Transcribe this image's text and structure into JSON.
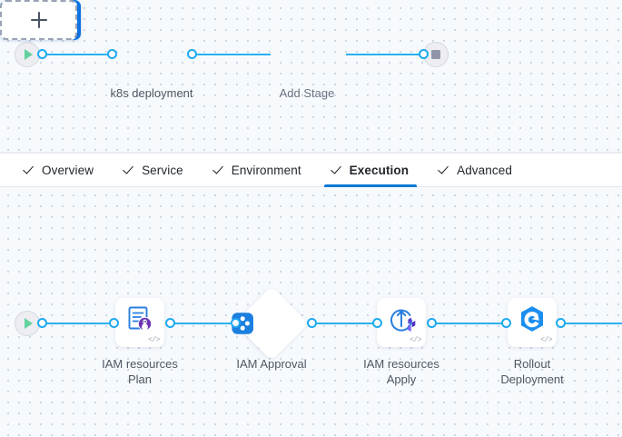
{
  "tabs": [
    {
      "label": "Overview",
      "checked": true,
      "active": false,
      "name": "tab-overview"
    },
    {
      "label": "Service",
      "checked": true,
      "active": false,
      "name": "tab-service"
    },
    {
      "label": "Environment",
      "checked": true,
      "active": false,
      "name": "tab-environment"
    },
    {
      "label": "Execution",
      "checked": true,
      "active": true,
      "name": "tab-execution"
    },
    {
      "label": "Advanced",
      "checked": true,
      "active": false,
      "name": "tab-advanced"
    }
  ],
  "stage_canvas": {
    "start_icon": "play-icon",
    "end_icon": "stop-icon",
    "stages": [
      {
        "label": "k8s deployment",
        "icon": "harness-hexagon-icon",
        "badge": "</>",
        "type": "deployment"
      }
    ],
    "add_stage": {
      "label": "Add Stage",
      "icon": "plus-icon"
    }
  },
  "execution_canvas": {
    "start_icon": "play-icon",
    "steps": [
      {
        "label": "IAM resources\nPlan",
        "icon": "terraform-plan-icon",
        "badge": "</>",
        "shape": "card"
      },
      {
        "label": "IAM Approval",
        "icon": "harness-approval-icon",
        "badge": "",
        "shape": "diamond"
      },
      {
        "label": "IAM resources\nApply",
        "icon": "terraform-apply-icon",
        "badge": "</>",
        "shape": "card"
      },
      {
        "label": "Rollout\nDeployment",
        "icon": "kubernetes-rollout-icon",
        "badge": "</>",
        "shape": "card"
      }
    ]
  },
  "colors": {
    "accent_blue": "#0278d5",
    "link_blue": "#29b0f0",
    "stage_blue": "#0b7ee8",
    "terraform_purple": "#6c34b3",
    "start_green": "#63d19e",
    "canvas_bg": "#f7fafd"
  }
}
